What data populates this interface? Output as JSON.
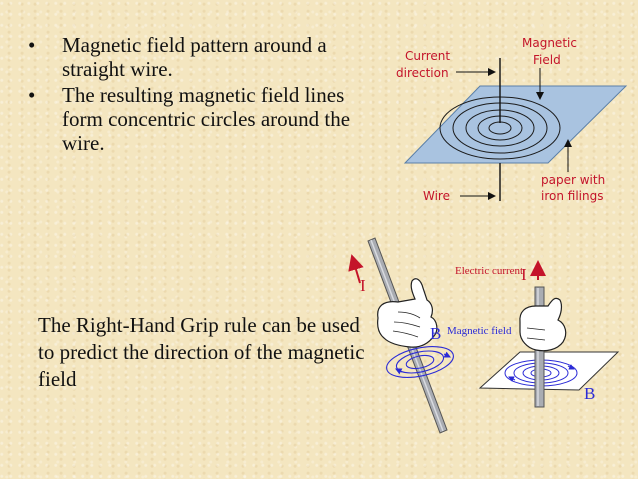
{
  "bullets": [
    {
      "marker": "•",
      "text": "Magnetic field pattern around a straight wire."
    },
    {
      "marker": "•",
      "text": "The resulting magnetic field lines form concentric circles around the wire."
    }
  ],
  "rule_text": "The Right-Hand Grip rule can be used to predict the direction of the magnetic field",
  "top_diagram": {
    "current_label_1": "Current",
    "current_label_2": "direction",
    "field_label_1": "Magnetic",
    "field_label_2": "Field",
    "wire_label": "Wire",
    "paper_label_1": "paper with",
    "paper_label_2": "iron filings"
  },
  "bottom_diagram": {
    "current_symbol_left": "I",
    "current_symbol_right": "I",
    "electric_current_label": "Electric current",
    "field_symbol_left": "B",
    "field_symbol_right": "B",
    "magnetic_field_label": "Magnetic field"
  },
  "colors": {
    "background": "#f4e6c0",
    "paper": "#a9c3e0",
    "label_red": "#c4142a",
    "field_lines": "#2b2bd6",
    "symbols": "#c4142a"
  }
}
